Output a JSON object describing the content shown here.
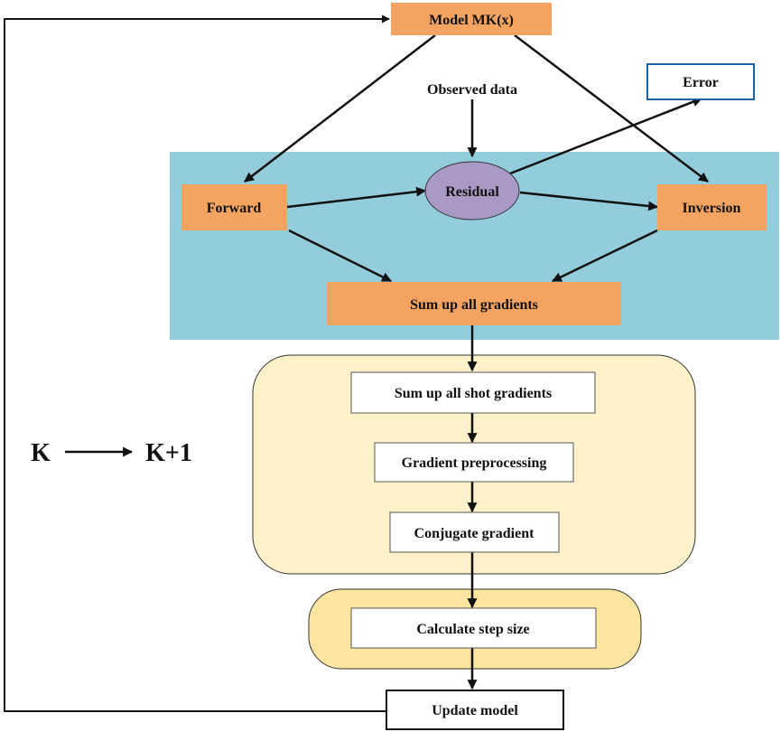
{
  "diagram": {
    "model_label": "Model MK(x)",
    "observed_label": "Observed data",
    "error_label": "Error",
    "forward_label": "Forward",
    "residual_label": "Residual",
    "inversion_label": "Inversion",
    "sum_gradients_label": "Sum up all gradients",
    "shot_gradients_label": "Sum up all shot gradients",
    "preprocess_label": "Gradient preprocessing",
    "conjugate_label": "Conjugate gradient",
    "step_label": "Calculate step size",
    "update_label": "Update model",
    "iter_from": "K",
    "iter_to": "K+1"
  },
  "colors": {
    "orange": "#f4a460",
    "blue_region": "#93cddb",
    "residual_fill": "#a99ac5",
    "cream_region": "#fdf1c9",
    "gold_region": "#fde49f",
    "error_border": "#1f5fa8",
    "line": "#111111"
  }
}
